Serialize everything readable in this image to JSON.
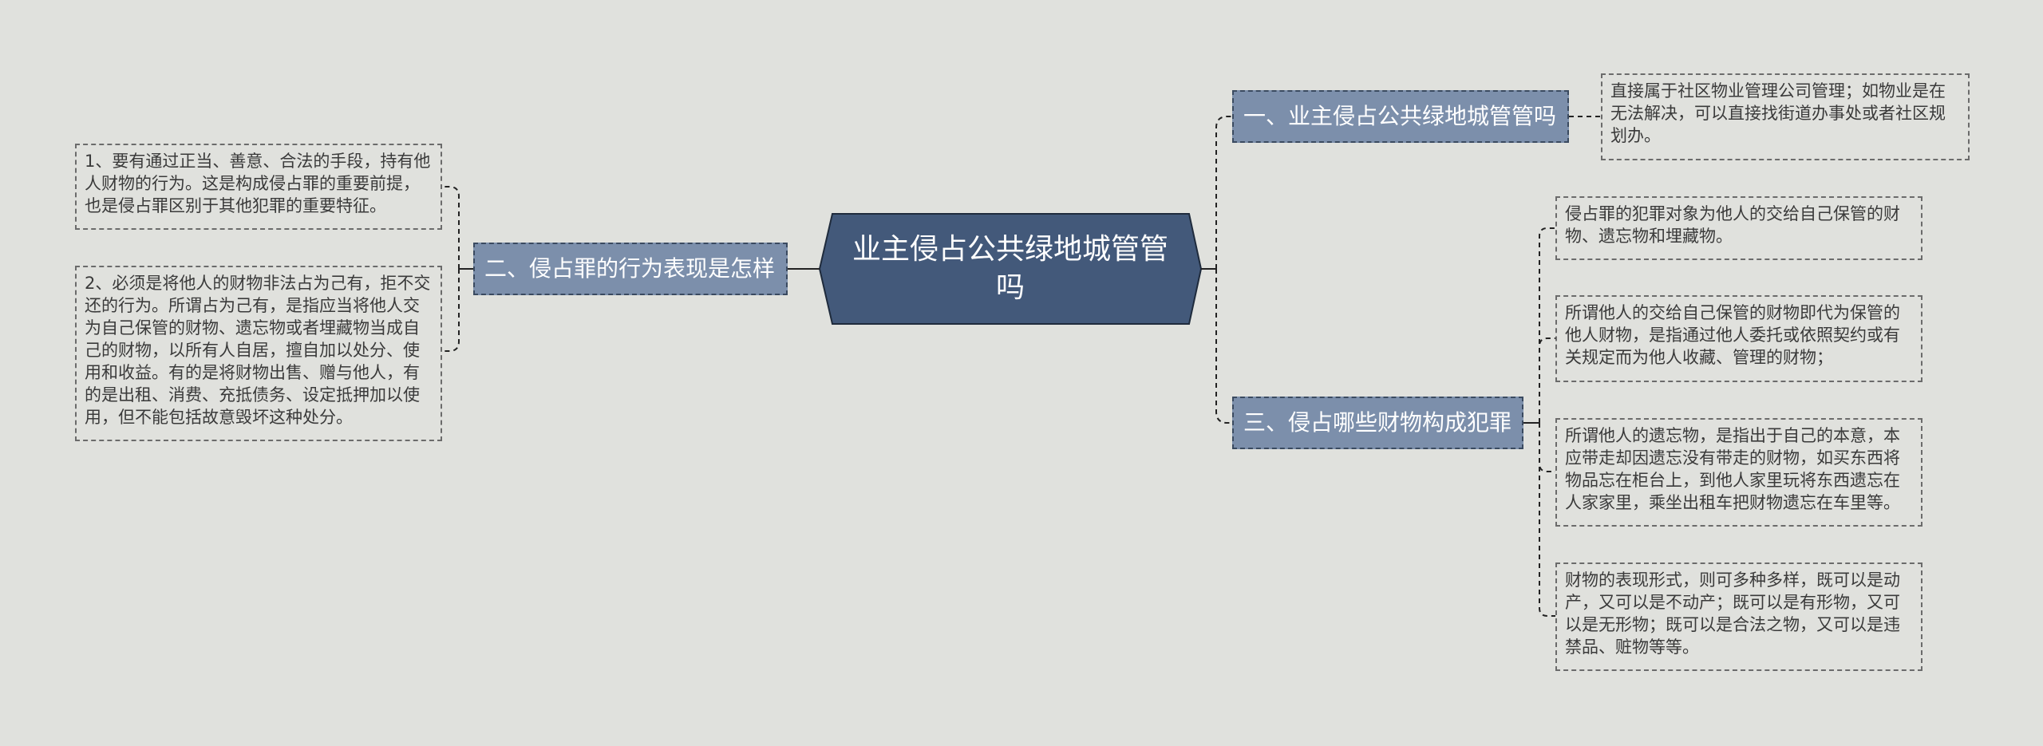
{
  "root": {
    "title": "业主侵占公共绿地城管管吗"
  },
  "branches": [
    {
      "label": "一、业主侵占公共绿地城管管吗"
    },
    {
      "label": "二、侵占罪的行为表现是怎样"
    },
    {
      "label": "三、侵占哪些财物构成犯罪"
    }
  ],
  "leaves": {
    "b1": [
      "直接属于社区物业管理公司管理；如物业是在无法解决，可以直接找街道办事处或者社区规划办。"
    ],
    "b2": [
      "1、要有通过正当、善意、合法的手段，持有他人财物的行为。这是构成侵占罪的重要前提，也是侵占罪区别于其他犯罪的重要特征。",
      "2、必须是将他人的财物非法占为己有，拒不交还的行为。所谓占为己有，是指应当将他人交为自己保管的财物、遗忘物或者埋藏物当成自己的财物，以所有人自居，擅自加以处分、使用和收益。有的是将财物出售、赠与他人，有的是出租、消费、充抵债务、设定抵押加以使用，但不能包括故意毁坏这种处分。"
    ],
    "b3": [
      "侵占罪的犯罪对象为他人的交给自己保管的财物、遗忘物和埋藏物。",
      "所谓他人的交给自己保管的财物即代为保管的他人财物，是指通过他人委托或依照契约或有关规定而为他人收藏、管理的财物；",
      "所谓他人的遗忘物，是指出于自己的本意，本应带走却因遗忘没有带走的财物，如买东西将物品忘在柜台上，到他人家里玩将东西遗忘在人家家里，乘坐出租车把财物遗忘在车里等。",
      "财物的表现形式，则可多种多样，既可以是动产，又可以是不动产；既可以是有形物，又可以是无形物；既可以是合法之物，又可以是违禁品、赃物等等。"
    ]
  },
  "colors": {
    "background": "#e0e1dd",
    "root_fill": "#43597a",
    "branch_fill": "#7c8fab",
    "leaf_border": "#6b6b6b",
    "connector": "#222222"
  }
}
